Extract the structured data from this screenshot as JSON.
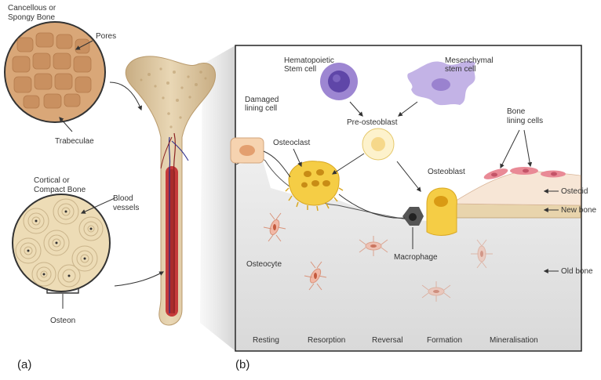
{
  "panel_a": {
    "cancellous_line1": "Cancellous or",
    "cancellous_line2": "Spongy Bone",
    "pores": "Pores",
    "trabeculae": "Trabeculae",
    "cortical_line1": "Cortical or",
    "cortical_line2": "Compact Bone",
    "blood_line1": "Blood",
    "blood_line2": "vessels",
    "osteon": "Osteon",
    "panel_label": "(a)"
  },
  "panel_b": {
    "hsc_line1": "Hematopoietic",
    "hsc_line2": "Stem cell",
    "msc_line1": "Mesenchymal",
    "msc_line2": "stem cell",
    "damaged_line1": "Damaged",
    "damaged_line2": "lining cell",
    "pre_osteoblast": "Pre-osteoblast",
    "osteoclast": "Osteoclast",
    "osteoblast": "Osteoblast",
    "bone_lining_line1": "Bone",
    "bone_lining_line2": "lining cells",
    "osteoid": "Osteoid",
    "new_bone": "New bone",
    "old_bone": "Old bone",
    "osteocyte": "Osteocyte",
    "macrophage": "Macrophage",
    "stages": [
      "Resting",
      "Resorption",
      "Reversal",
      "Formation",
      "Mineralisation"
    ],
    "panel_label": "(b)"
  },
  "colors": {
    "bone_tan": "#dcc39a",
    "bone_light": "#efe3c8",
    "osteoid": "#f7e6d6",
    "new_bone": "#e8d4ac",
    "old_bone": "#e6e6e6",
    "osteoclast_yellow": "#f5cd45",
    "stem_purple": "#9d86d2",
    "lining_pink": "#e98a96",
    "marrow_red": "#c53a3a"
  }
}
